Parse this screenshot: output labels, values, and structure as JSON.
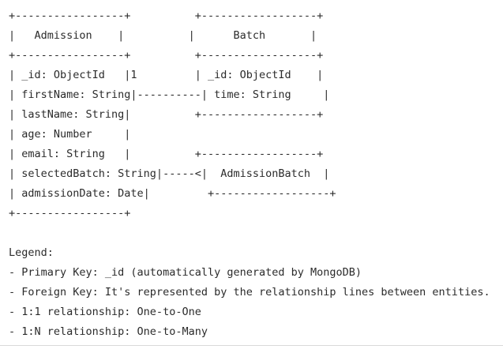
{
  "diagram": {
    "lines": [
      "+-----------------+          +------------------+",
      "|   Admission    |          |      Batch       |",
      "+-----------------+          +------------------+",
      "| _id: ObjectId   |1         | _id: ObjectId    |",
      "| firstName: String|----------| time: String     |",
      "| lastName: String|          +------------------+",
      "| age: Number     |",
      "| email: String   |          +------------------+",
      "| selectedBatch: String|-----<|  AdmissionBatch  |",
      "| admissionDate: Date|         +------------------+",
      "+-----------------+"
    ]
  },
  "legend": {
    "title": "Legend:",
    "items": [
      "- Primary Key: _id (automatically generated by MongoDB)",
      "- Foreign Key: It's represented by the relationship lines between entities.",
      "- 1:1 relationship: One-to-One",
      "- 1:N relationship: One-to-Many"
    ]
  }
}
